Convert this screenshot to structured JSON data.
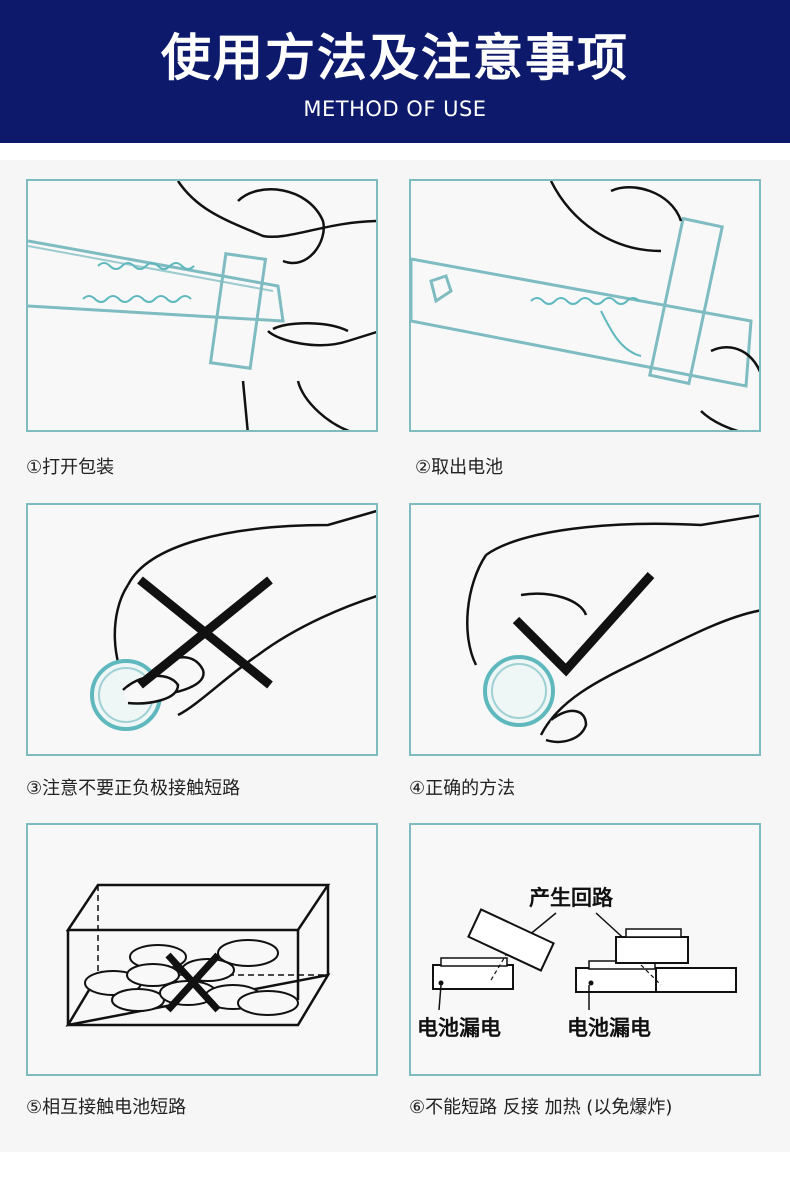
{
  "header": {
    "title": "使用方法及注意事项",
    "subtitle": "METHOD OF USE"
  },
  "steps": [
    {
      "caption": "①打开包装"
    },
    {
      "caption": "②取出电池"
    },
    {
      "caption": "③注意不要正负极接触短路"
    },
    {
      "caption": "④正确的方法"
    },
    {
      "caption": "⑤相互接触电池短路"
    },
    {
      "caption": "⑥不能短路 反接 加热 (以免爆炸)"
    }
  ],
  "diagram6": {
    "label_top": "产生回路",
    "label_left": "电池漏电",
    "label_right": "电池漏电"
  },
  "colors": {
    "banner": "#0d1a6b",
    "panel_border": "#7fbcc1",
    "accent_teal": "#5fb8bd"
  }
}
